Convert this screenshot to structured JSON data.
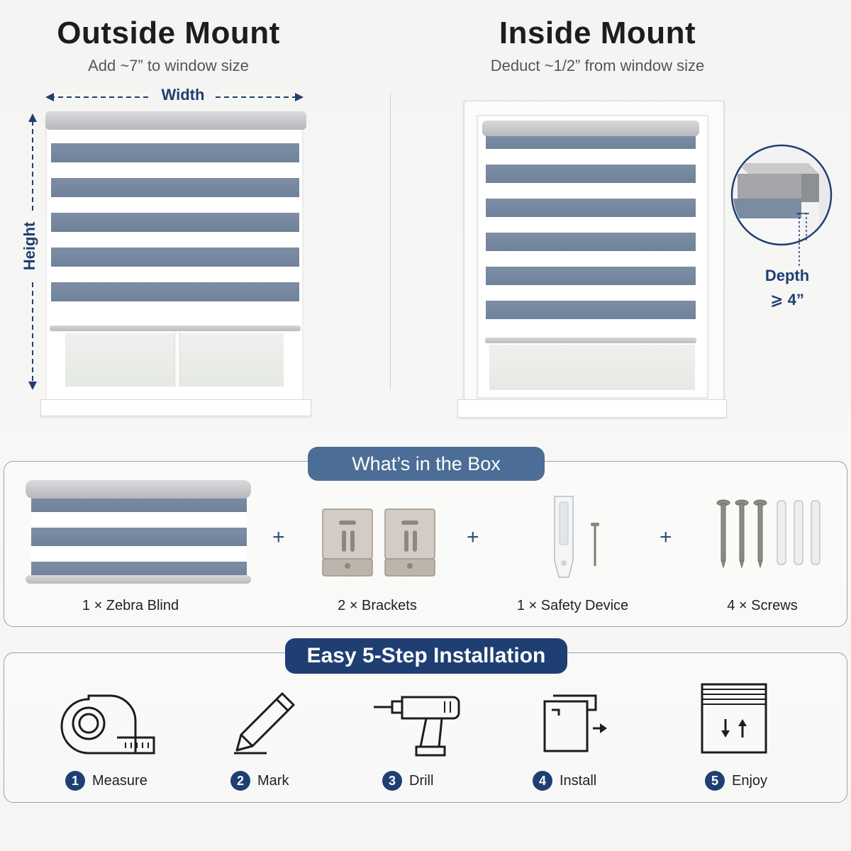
{
  "outside_mount": {
    "title": "Outside Mount",
    "subtitle": "Add ~7” to window size",
    "width_label": "Width",
    "height_label": "Height"
  },
  "inside_mount": {
    "title": "Inside Mount",
    "subtitle": "Deduct ~1/2” from window size",
    "depth_label": "Depth",
    "depth_value": "⩾ 4”"
  },
  "box": {
    "title": "What’s in the Box",
    "items": [
      {
        "caption": "1 × Zebra Blind"
      },
      {
        "caption": "2 × Brackets"
      },
      {
        "caption": "1 × Safety Device"
      },
      {
        "caption": "4 × Screws"
      }
    ],
    "plus": "+"
  },
  "install": {
    "title": "Easy 5-Step Installation",
    "steps": [
      {
        "num": "1",
        "label": "Measure",
        "icon": "tape-measure-icon"
      },
      {
        "num": "2",
        "label": "Mark",
        "icon": "pencil-icon"
      },
      {
        "num": "3",
        "label": "Drill",
        "icon": "drill-icon"
      },
      {
        "num": "4",
        "label": "Install",
        "icon": "install-bracket-icon"
      },
      {
        "num": "5",
        "label": "Enjoy",
        "icon": "blind-up-down-icon"
      }
    ]
  },
  "colors": {
    "navy": "#1f3f73",
    "pill_light": "#4c6d96",
    "stripe_dark": "#7688a0",
    "cassette": "#c4c6c9"
  }
}
